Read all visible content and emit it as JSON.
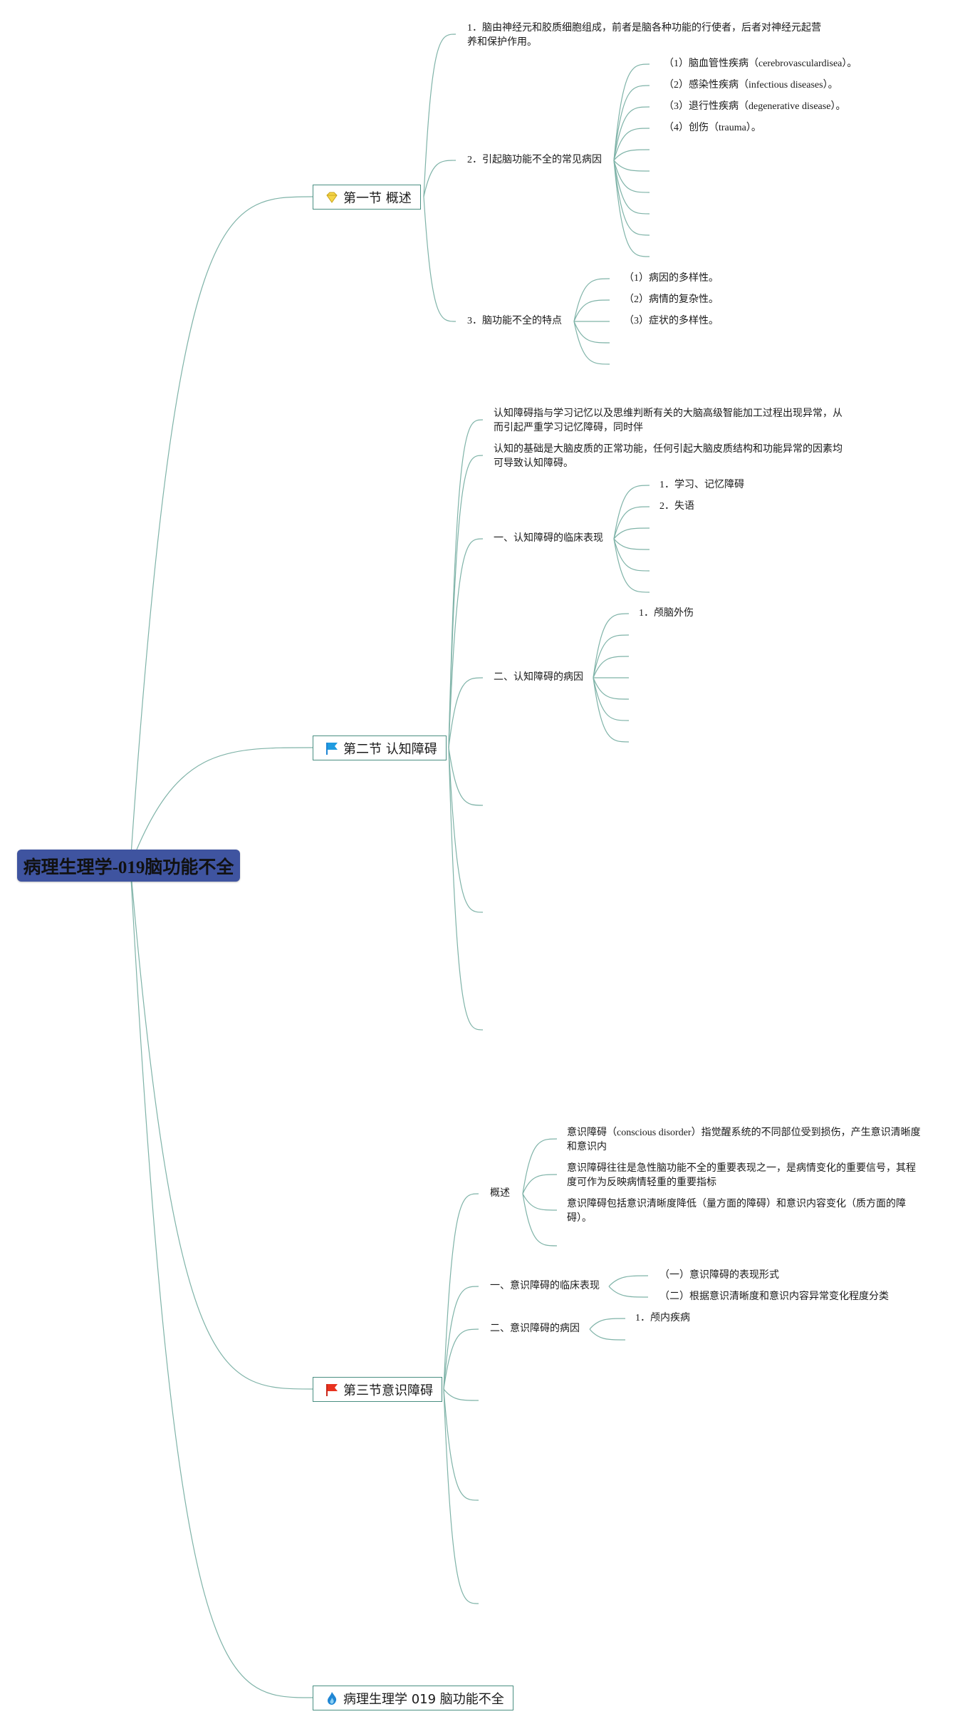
{
  "root": {
    "title": "病理生理学-019脑功能不全"
  },
  "s1": {
    "title": "第一节 概述",
    "icon": "diamond-icon",
    "c1": "1．脑由神经元和胶质细胞组成，前者是脑各种功能的行使者，后者对神经元起营养和保护作用。",
    "c2": {
      "label": "2．引起脑功能不全的常见病因",
      "items": [
        "（1）脑血管性疾病（cerebrovasculardisea）。",
        "（2）感染性疾病（infectious diseases）。",
        "（3）退行性疾病（degenerative disease）。",
        "（4）创伤（trauma）。"
      ]
    },
    "c3": {
      "label": "3．脑功能不全的特点",
      "items": [
        "（1）病因的多样性。",
        "（2）病情的复杂性。",
        "（3）症状的多样性。"
      ]
    }
  },
  "s2": {
    "title": "第二节 认知障碍",
    "icon": "flag-blue-icon",
    "c1": "认知障碍指与学习记忆以及思维判断有关的大脑高级智能加工过程出现异常，从而引起严重学习记忆障碍，同时伴",
    "c2": "认知的基础是大脑皮质的正常功能，任何引起大脑皮质结构和功能异常的因素均可导致认知障碍。",
    "c3": {
      "label": "一、认知障碍的临床表现",
      "items": [
        "1．学习、记忆障碍",
        "2．失语"
      ]
    },
    "c4": {
      "label": "二、认知障碍的病因",
      "items": [
        "1．颅脑外伤"
      ]
    }
  },
  "s3": {
    "title": "第三节意识障碍",
    "icon": "flag-red-icon",
    "c1": {
      "label": "概述",
      "items": [
        "意识障碍（conscious disorder）指觉醒系统的不同部位受到损伤，产生意识清晰度和意识内",
        "意识障碍往往是急性脑功能不全的重要表现之一，是病情变化的重要信号，其程度可作为反映病情轻重的重要指标",
        "意识障碍包括意识清晰度降低（量方面的障碍）和意识内容变化（质方面的障碍）。"
      ]
    },
    "c2": {
      "label": "一、意识障碍的临床表现",
      "items": [
        "（一）意识障碍的表现形式",
        "（二）根据意识清晰度和意识内容异常变化程度分类"
      ]
    },
    "c3": {
      "label": "二、意识障碍的病因",
      "items": [
        "1．颅内疾病"
      ]
    }
  },
  "s4": {
    "title": "病理生理学 019 脑功能不全",
    "icon": "flame-icon"
  },
  "colors": {
    "root_fill": "#3f54a0",
    "line": "#4a8f82",
    "link": "#7fb3a8"
  }
}
